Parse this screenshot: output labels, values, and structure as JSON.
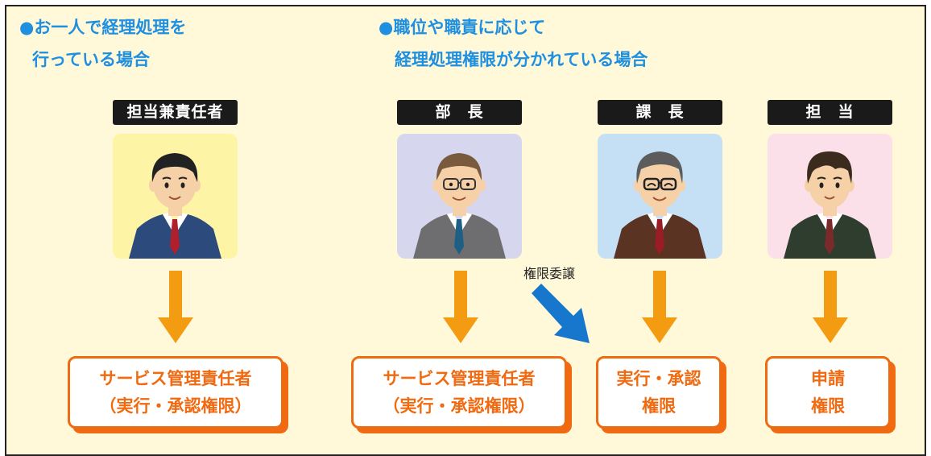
{
  "colors": {
    "heading": "#1f8fe0",
    "arrow_down": "#f39c12",
    "arrow_delegation": "#1677cc",
    "box_accent": "#ef6a10",
    "panel_bg": "#fff8d9",
    "tag_bg": "#1a1a1a"
  },
  "left": {
    "heading_line1": "●お一人で経理処理を",
    "heading_line2": "行っている場合",
    "role": "担当兼責任者",
    "result_line1": "サービス管理責任者",
    "result_line2": "（実行・承認権限）"
  },
  "right": {
    "heading_line1": "●職位や職責に応じて",
    "heading_line2": "経理処理権限が分かれている場合",
    "roles": [
      "部　長",
      "課　長",
      "担　当"
    ],
    "delegation_label": "権限委譲",
    "results": [
      {
        "line1": "サービス管理責任者",
        "line2": "（実行・承認権限）"
      },
      {
        "line1": "実行・承認",
        "line2": "権限"
      },
      {
        "line1": "申請",
        "line2": "権限"
      }
    ]
  }
}
